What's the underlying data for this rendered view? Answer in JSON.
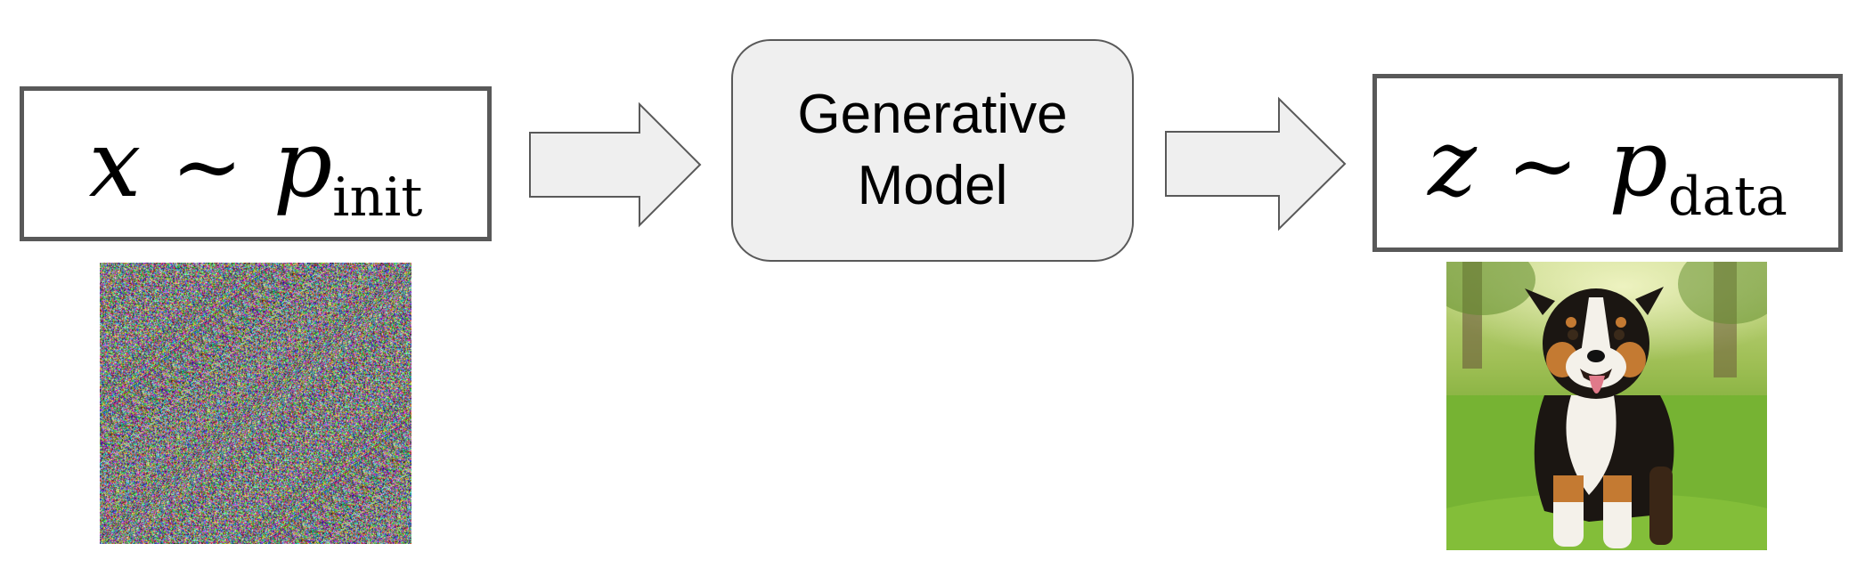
{
  "init_box": {
    "variable": "x",
    "relation": "∼",
    "distribution": "p",
    "subscript": "init"
  },
  "model_box": {
    "line1": "Generative",
    "line2": "Model"
  },
  "data_box": {
    "variable": "z",
    "relation": "∼",
    "distribution": "p",
    "subscript": "data"
  },
  "colors": {
    "box_border": "#595959",
    "model_fill": "#efefef",
    "arrow_fill": "#efefef",
    "arrow_stroke": "#595959"
  },
  "images": {
    "noise": "random-noise-image",
    "sample": "dog-photo"
  }
}
